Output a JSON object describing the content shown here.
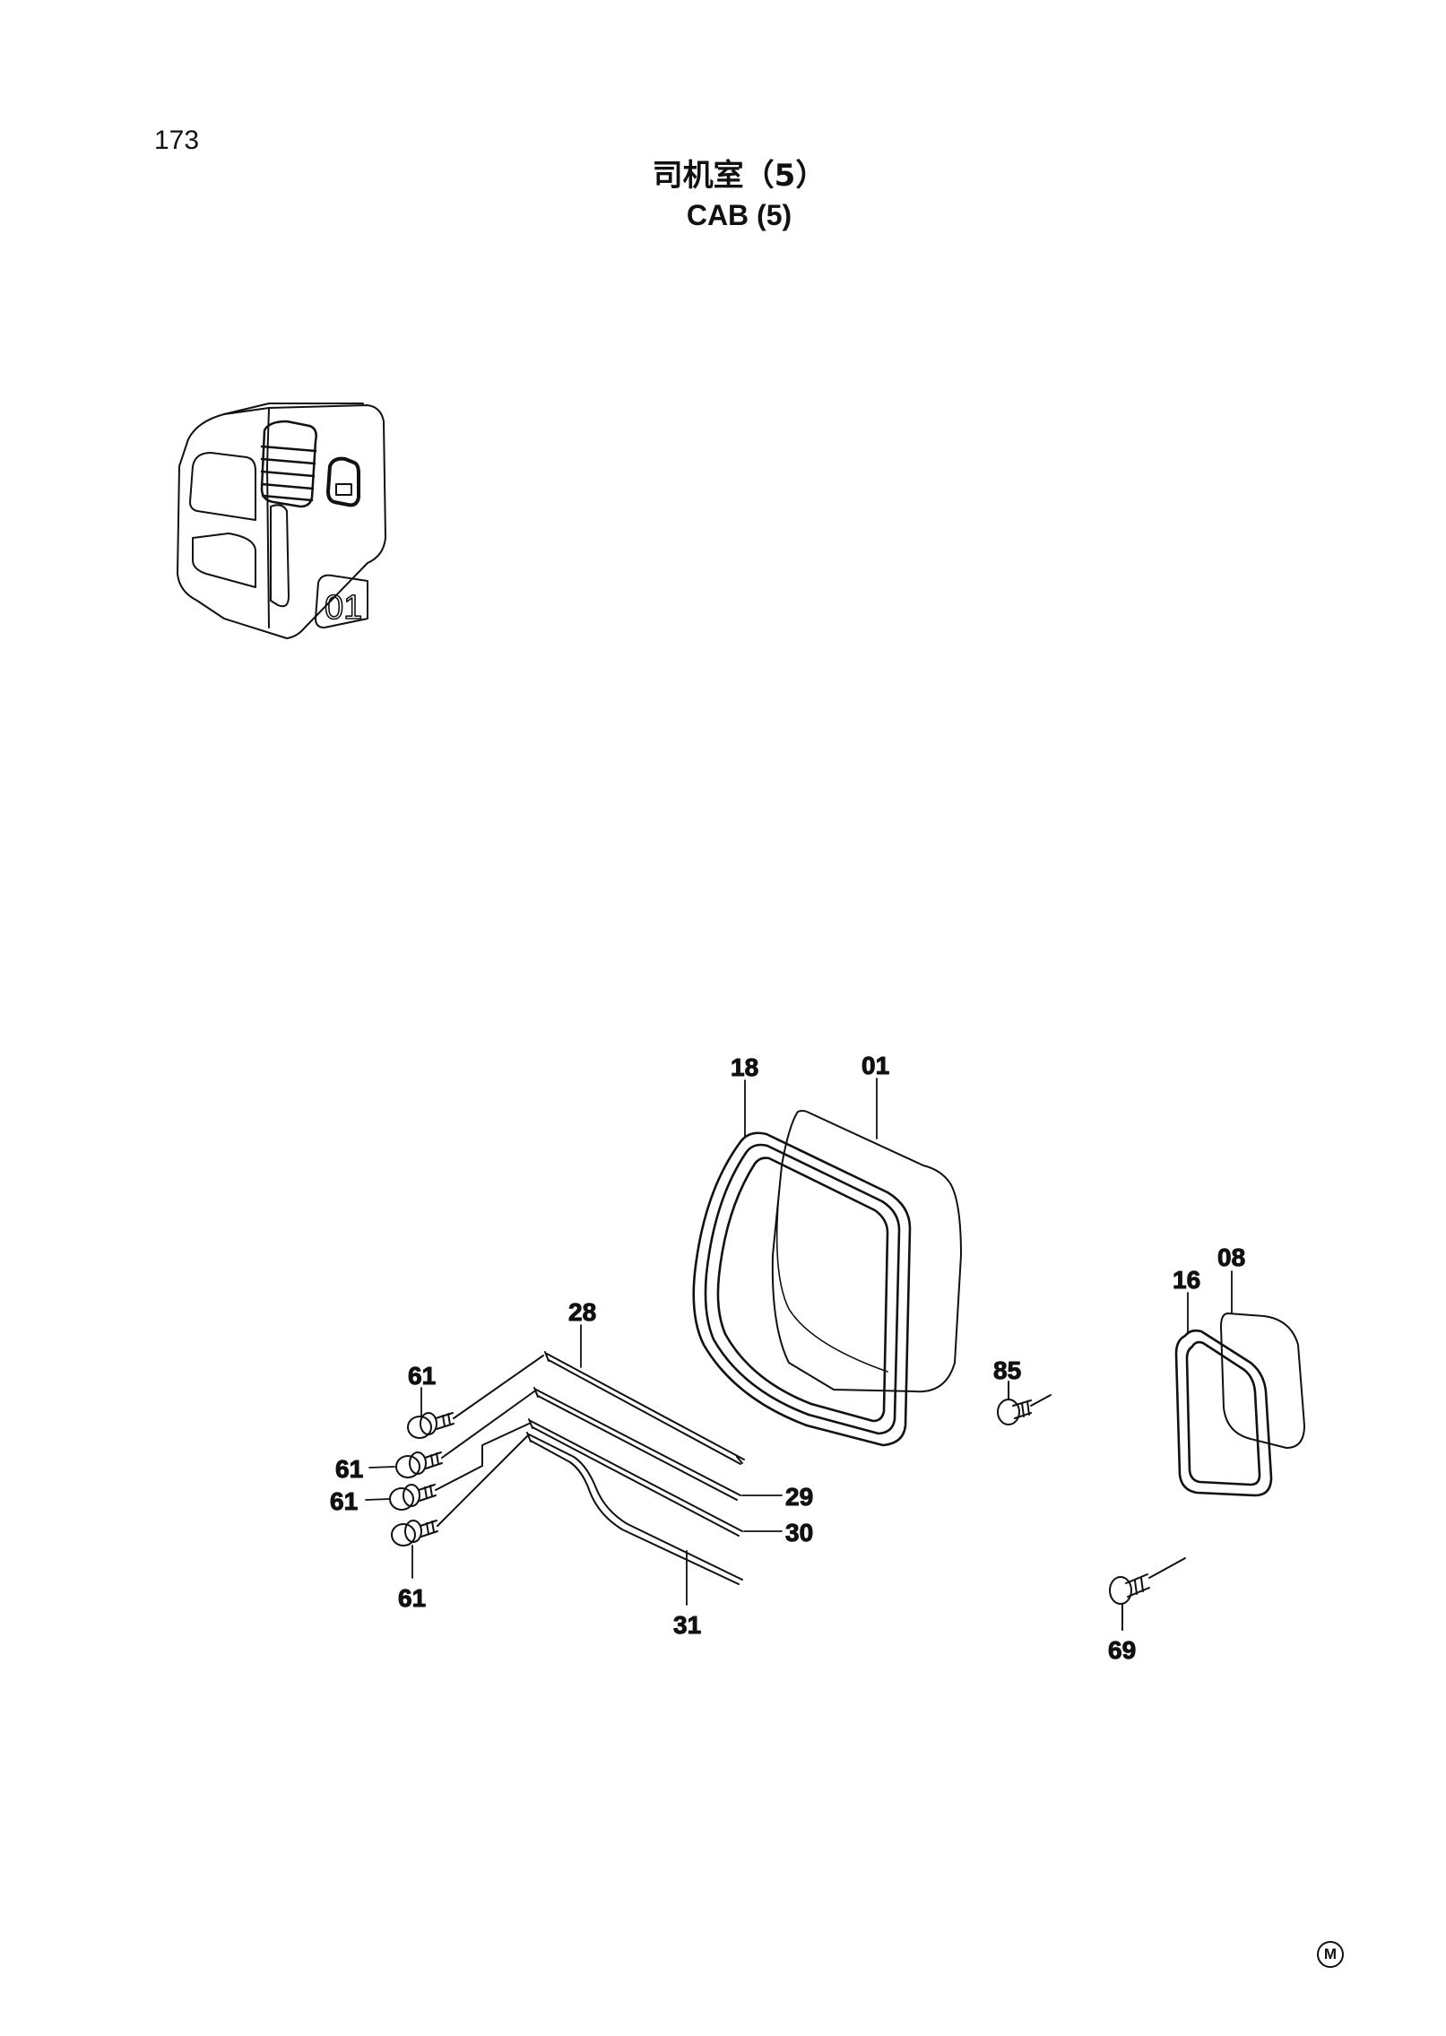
{
  "page_number": "173",
  "title_zh": "司机室（5）",
  "title_en": "CAB (5)",
  "cab_label": "01",
  "callouts": {
    "c18": "18",
    "c01": "01",
    "c08": "08",
    "c16": "16",
    "c85": "85",
    "c28": "28",
    "c61a": "61",
    "c61b": "61",
    "c61c": "61",
    "c61d": "61",
    "c29": "29",
    "c30": "30",
    "c31": "31",
    "c69": "69"
  },
  "corner_mark": "M"
}
